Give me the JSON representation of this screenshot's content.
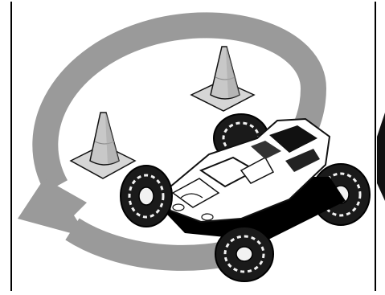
{
  "figure": {
    "subject": "rc-monster-truck",
    "motion": "circle-left",
    "props": [
      "traffic-cone",
      "traffic-cone"
    ],
    "colors": {
      "arrow": "#9a9a9a",
      "cone_fill": "#c8c8c8",
      "cone_shade": "#a9a9a9",
      "cone_base": "#d6d6d6",
      "outline": "#111111",
      "body": "#ffffff",
      "tire": "#1a1a1a",
      "tread": "#f2f2f2",
      "frame": "#000000",
      "side_tab": "#111111"
    }
  }
}
